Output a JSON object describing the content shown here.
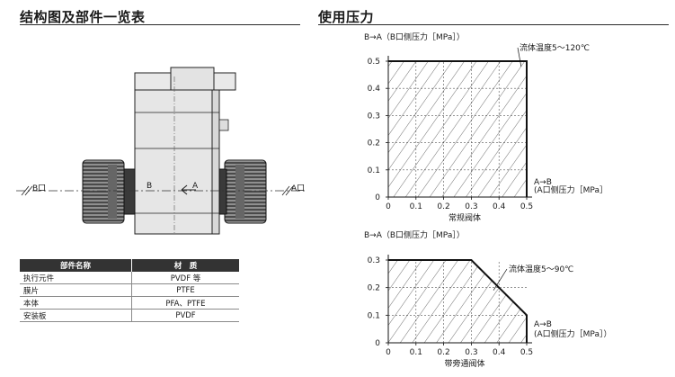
{
  "left": {
    "title": "结构图及部件一览表",
    "drawing": {
      "port_b": "B口",
      "port_a": "A口",
      "inner_b": "B",
      "inner_a": "A"
    },
    "table": {
      "headers": [
        "部件名称",
        "材　质"
      ],
      "rows": [
        [
          "执行元件",
          "PVDF 等"
        ],
        [
          "膜片",
          "PTFE"
        ],
        [
          "本体",
          "PFA、PTFE"
        ],
        [
          "安装板",
          "PVDF"
        ]
      ]
    }
  },
  "right": {
    "title": "使用压力",
    "chart_data": [
      {
        "type": "area",
        "title": "常规阀体",
        "ylabel": "B→A（B口侧压力［MPa］）",
        "xlabel": "A→B（A口侧压力［MPa］）",
        "xlabel_lines": [
          "A→B",
          "(A口侧压力［MPa］"
        ],
        "annotation": "流体温度5～120℃",
        "xlim": [
          0,
          0.5
        ],
        "ylim": [
          0,
          0.5
        ],
        "xticks": [
          "0",
          "0.1",
          "0.2",
          "0.3",
          "0.4",
          "0.5"
        ],
        "yticks": [
          "0",
          "0.1",
          "0.2",
          "0.3",
          "0.4",
          "0.5"
        ],
        "x": [
          0,
          0.5,
          0.5
        ],
        "y": [
          0.5,
          0.5,
          0
        ],
        "grid": true
      },
      {
        "type": "area",
        "title": "带旁通阀体",
        "ylabel": "B→A（B口侧压力［MPa］）",
        "xlabel": "A→B（A口侧压力［MPa］）",
        "xlabel_lines": [
          "A→B",
          "(A口侧压力［MPa］）"
        ],
        "annotation": "流体温度5～90℃",
        "xlim": [
          0,
          0.5
        ],
        "ylim": [
          0,
          0.3
        ],
        "xticks": [
          "0",
          "0.1",
          "0.2",
          "0.3",
          "0.4",
          "0.5"
        ],
        "yticks": [
          "0",
          "0.1",
          "0.2",
          "0.3"
        ],
        "x": [
          0,
          0.3,
          0.5,
          0.5
        ],
        "y": [
          0.3,
          0.3,
          0.1,
          0
        ],
        "grid": true
      }
    ]
  }
}
